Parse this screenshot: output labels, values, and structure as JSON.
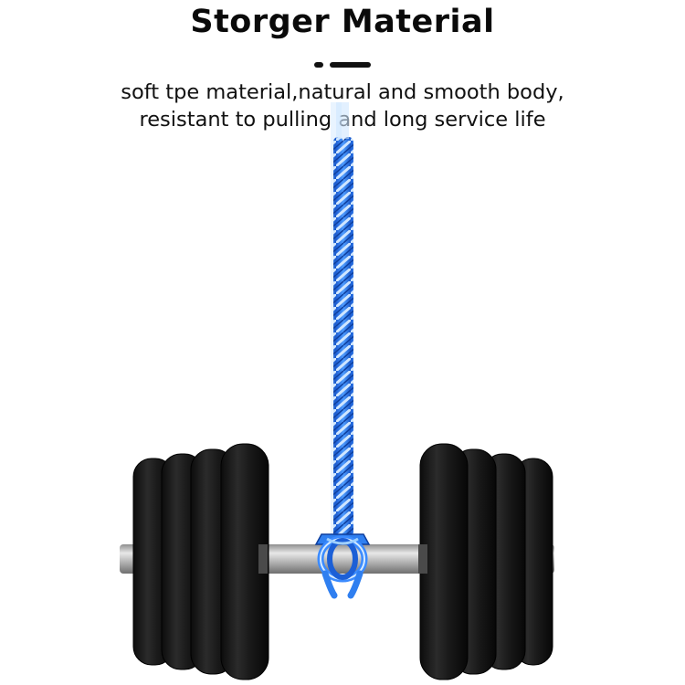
{
  "heading": {
    "title": "Storger Material"
  },
  "description": {
    "line1": "soft tpe material,natural and smooth body,",
    "line2": "resistant to pulling and long service life"
  },
  "colors": {
    "rope_primary": "#2f7ff0",
    "rope_highlight": "#9fd0ff",
    "plate": "#1c1c1c",
    "bar": "#bfbfbf",
    "text": "#111111"
  },
  "illustration": {
    "subject": "blue skipping rope tied around a dumbbell bar with weight plates",
    "icon": "dumbbell-with-rope-icon"
  }
}
